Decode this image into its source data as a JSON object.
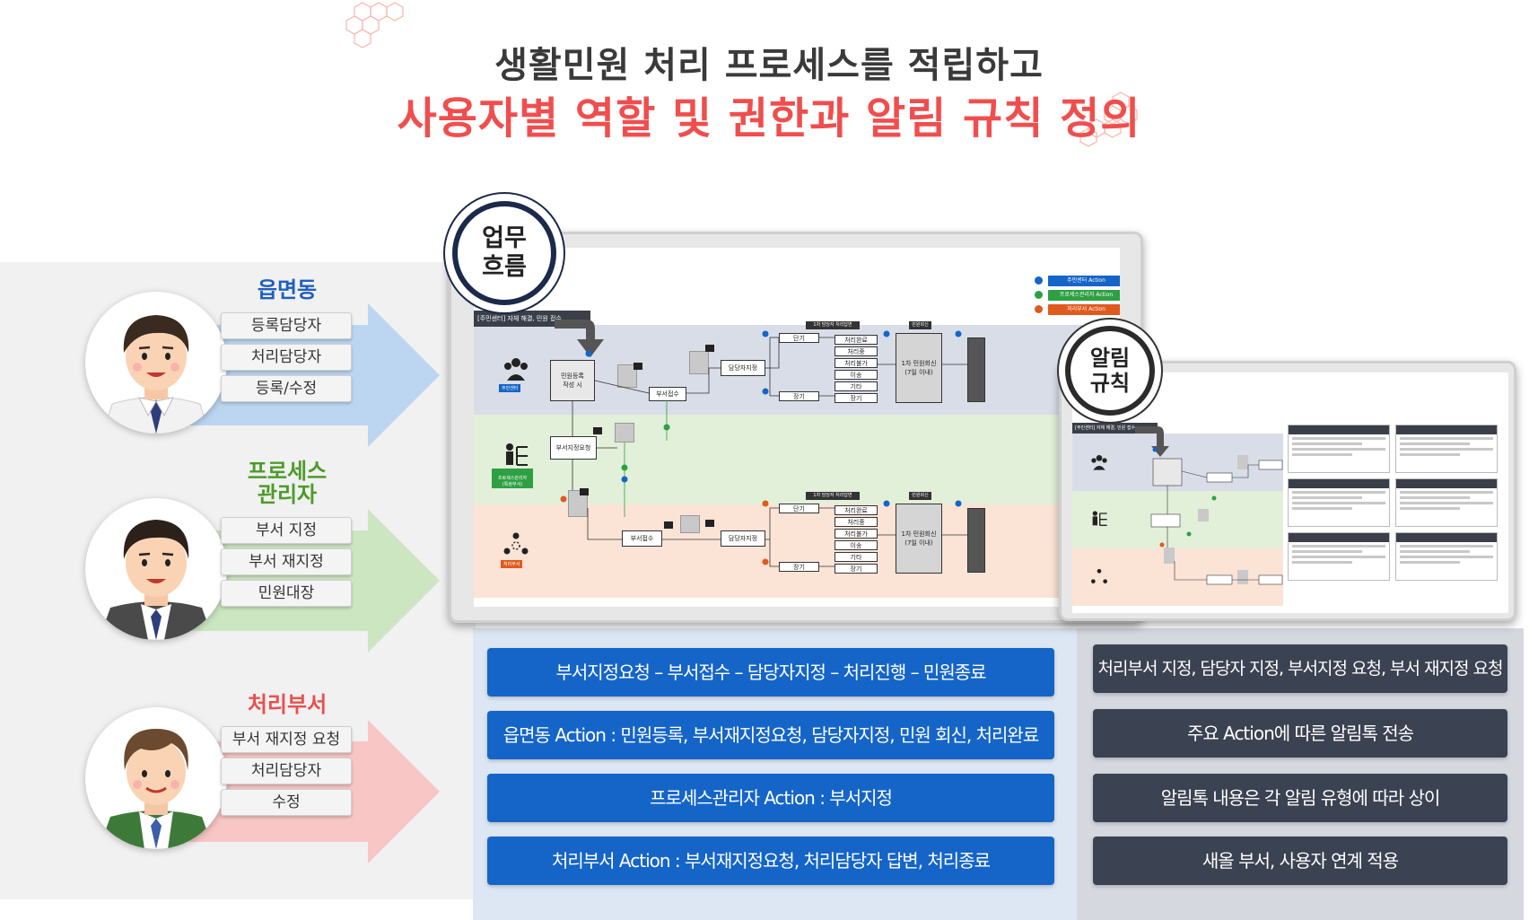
{
  "header": {
    "line1": "생활민원 처리 프로세스를 적립하고",
    "line2": "사용자별 역할 및 권한과 알림 규칙 정의"
  },
  "roles": [
    {
      "title": "읍면동",
      "color": "#1f5fbf",
      "arrow_color": "#bcd6f1",
      "tags": [
        "등록담당자",
        "처리담당자",
        "등록/수정"
      ]
    },
    {
      "title": "프로세스\n관리자",
      "title_lines": [
        "프로세스",
        "관리자"
      ],
      "color": "#4d9b2a",
      "arrow_color": "#cde6c2",
      "tags": [
        "부서 지정",
        "부서 재지정",
        "민원대장"
      ]
    },
    {
      "title": "처리부서",
      "color": "#e8504e",
      "arrow_color": "#f8c6c4",
      "tags": [
        "부서 재지정 요청",
        "처리담당자",
        "수정"
      ]
    }
  ],
  "badges": {
    "workflow": [
      "업무",
      "흐름"
    ],
    "alert": [
      "알림",
      "규칙"
    ]
  },
  "workflow_screen": {
    "header": "[주민센터] 자체 해결, 민원 접수",
    "legend": [
      "주민센터 Action",
      "프로세스관리자 Action",
      "처리부서 Action"
    ],
    "lanes": [
      "주민센터",
      "프로세스관리자\n(특정부서)",
      "처리부서"
    ],
    "nodes": {
      "register": "민원등록\n작성 시",
      "dept_accept": "부서접수",
      "assign_person": "담당자지정",
      "dept_request": "부서지정요청",
      "short": "단기",
      "long": "장기",
      "first_reply": "1차 담당자 처리답변",
      "reply": "민원회신",
      "first_reply_box": "1차 민원회신\n(7일 이내)",
      "statuses": [
        "처리완료",
        "처리중",
        "처리불가",
        "이송",
        "기타",
        "장기"
      ]
    }
  },
  "alert_screen": {
    "header": "[주민센터] 자체 해결, 민원 접수"
  },
  "workflow_items": [
    "부서지정요청 – 부서접수 – 담당자지정 – 처리진행 – 민원종료",
    "읍면동 Action : 민원등록, 부서재지정요청, 담당자지정, 민원 회신, 처리완료",
    "프로세스관리자 Action : 부서지정",
    "처리부서 Action : 부서재지정요청, 처리담당자 답변, 처리종료"
  ],
  "alert_items": [
    "처리부서 지정, 담당자 지정, 부서지정 요청, 부서 재지정 요청",
    "주요 Action에 따른 알림톡 전송",
    "알림톡 내용은 각 알림 유형에 따라 상이",
    "새올 부서, 사용자 연계 적용"
  ],
  "colors": {
    "accent_red": "#f04e4e",
    "blue": "#1565c8",
    "dark": "#3b4252",
    "navy": "#1b2a4a"
  }
}
